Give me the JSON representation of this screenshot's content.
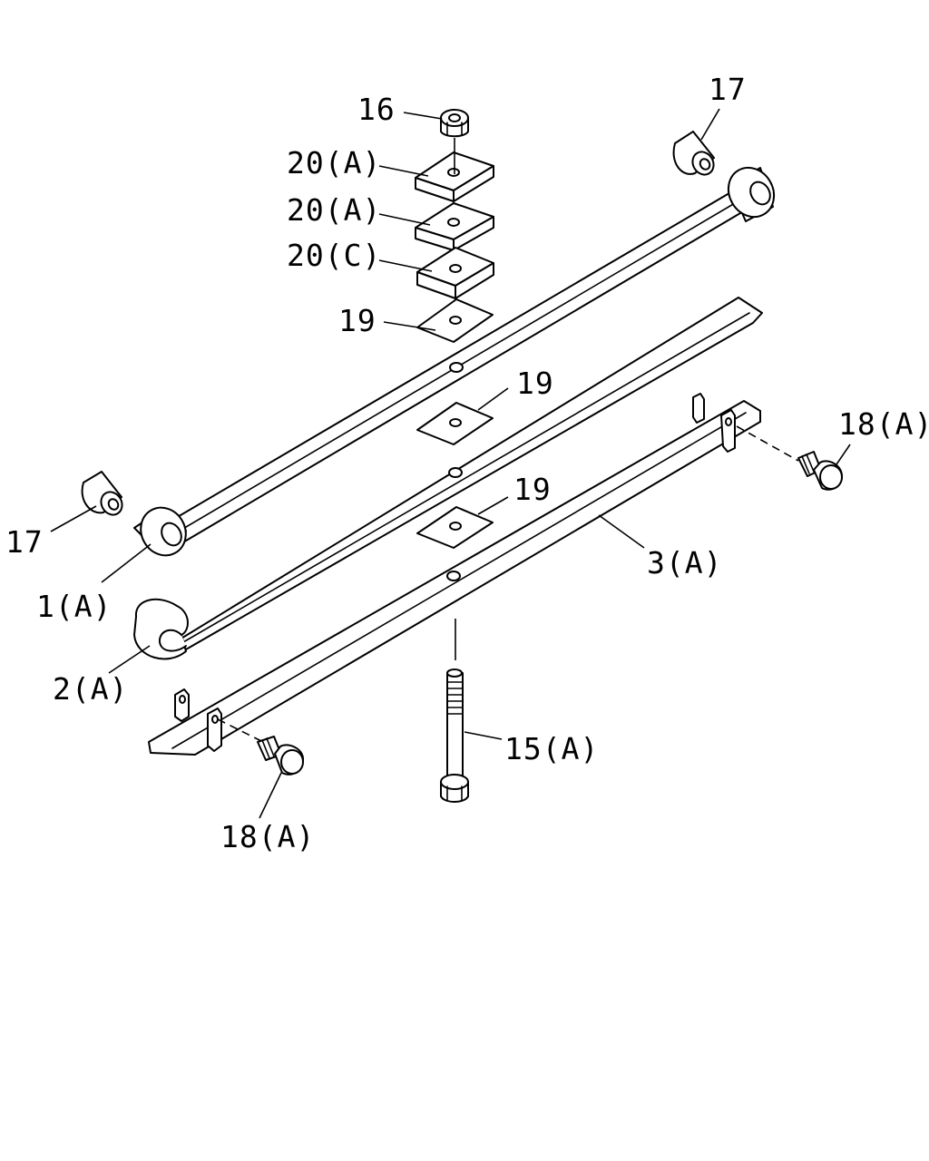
{
  "labels": {
    "p16": "16",
    "p17_top": "17",
    "p20a_1": "20(A)",
    "p20a_2": "20(A)",
    "p20c": "20(C)",
    "p19_top": "19",
    "p19_mid": "19",
    "p19_low": "19",
    "p18a_right": "18(A)",
    "p17_left": "17",
    "p1a": "1(A)",
    "p3a": "3(A)",
    "p2a": "2(A)",
    "p15a": "15(A)",
    "p18a_bottom": "18(A)"
  }
}
